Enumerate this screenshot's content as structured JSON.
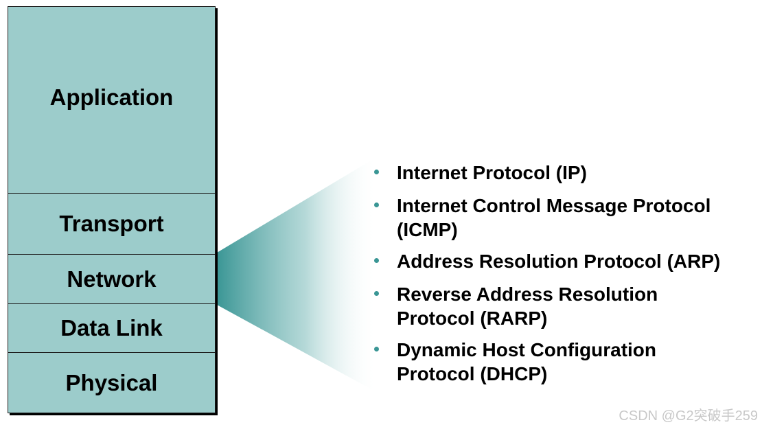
{
  "layers": [
    {
      "label": "Application"
    },
    {
      "label": "Transport"
    },
    {
      "label": "Network"
    },
    {
      "label": "Data Link"
    },
    {
      "label": "Physical"
    }
  ],
  "protocols": [
    {
      "line1": "Internet Protocol (IP)",
      "line2": ""
    },
    {
      "line1": "Internet Control Message Protocol",
      "line2": "(ICMP)"
    },
    {
      "line1": "Address Resolution Protocol (ARP)",
      "line2": ""
    },
    {
      "line1": "Reverse Address Resolution",
      "line2": "Protocol (RARP)"
    },
    {
      "line1": "Dynamic Host Configuration",
      "line2": "Protocol (DHCP)"
    }
  ],
  "watermark": "CSDN @G2突破手259",
  "colors": {
    "layer_fill": "#9ccccb",
    "fan_start": "#3a9695",
    "bullet": "#3a9695"
  }
}
